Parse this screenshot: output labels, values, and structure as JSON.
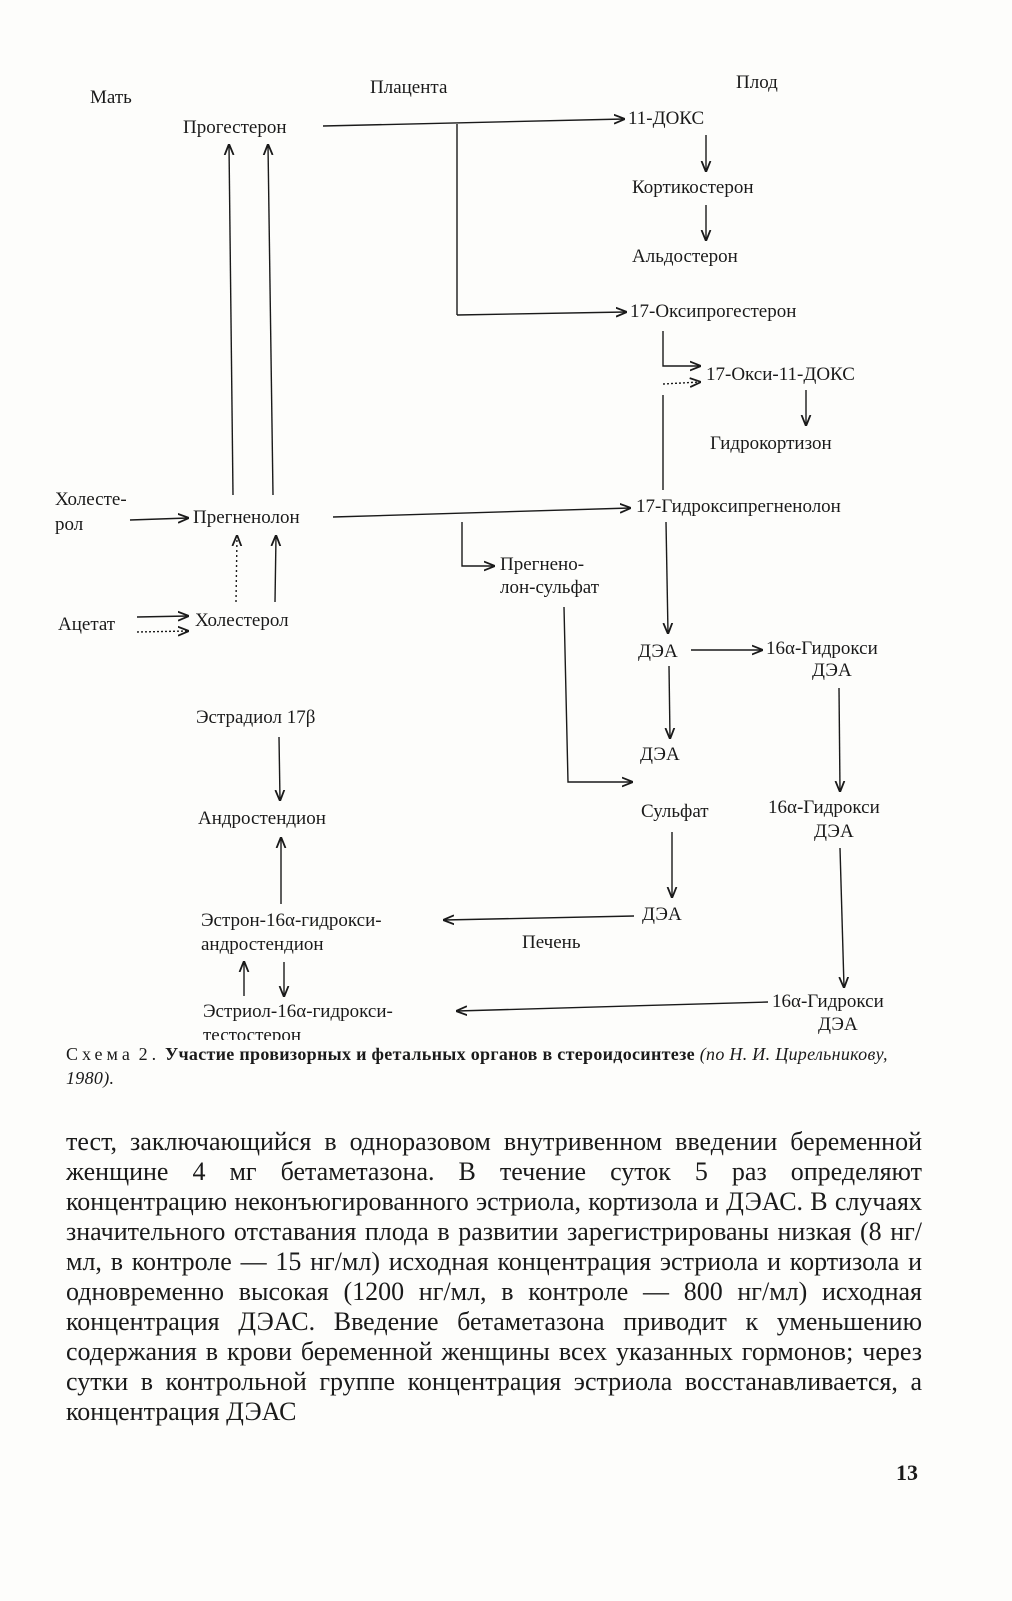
{
  "diagram": {
    "headers": {
      "mother": "Мать",
      "placenta": "Плацента",
      "fetus": "Плод"
    },
    "nodes": {
      "progesterone": "Прогестерон",
      "doks11": "11-ДОКС",
      "corticosterone": "Кортикостерон",
      "aldosterone": "Альдостерон",
      "oxyprogesterone17": "17-Оксипрогестерон",
      "oxydoks17": "17-Окси-11-ДОКС",
      "hydrocortisone": "Гидрокортизон",
      "cholesterol_src_1": "Холесте-",
      "cholesterol_src_2": "рол",
      "pregnenolone": "Прегненолон",
      "hydroxypregnenolone17": "17-Гидроксипрегненолон",
      "pregnenolone_sulfate_1": "Прегнено-",
      "pregnenolone_sulfate_2": "лон-сульфат",
      "acetate": "Ацетат",
      "cholesterol": "Холестерол",
      "dea_1": "ДЭА",
      "dea16_1a": "16α-Гидрокси",
      "dea16_1b": "ДЭА",
      "estradiol": "Эстрадиол 17β",
      "dea_2": "ДЭА",
      "androstenedione": "Андростендион",
      "sulfate": "Сульфат",
      "dea16_2a": "16α-Гидрокси",
      "dea16_2b": "ДЭА",
      "estrone_1": "Эстрон-16α-гидрокси-",
      "estrone_2": "андростендион",
      "dea_3": "ДЭА",
      "liver": "Печень",
      "estriol_1": "Эстриол-16α-гидрокси-",
      "estriol_2": "тестостерон",
      "dea16_3a": "16α-Гидрокси",
      "dea16_3b": "ДЭА"
    }
  },
  "caption": {
    "scheme_word": "Схема",
    "scheme_number": "2.",
    "title": "Участие провизорных и фетальных органов в стероидосинтезе",
    "source": "(по Н. И. Цирельникову, 1980)."
  },
  "body_text": "тест, заключающийся в одноразовом внутривенном введении беременной женщине 4 мг бетаметазона. В течение суток 5 раз определяют концентрацию неконъюгированного эстриола, кортизола и ДЭАС. В случаях значительного отставания плода в развитии зарегистрированы низкая (8 нг/мл, в контроле — 15 нг/мл) исходная концентрация эстриола и кортизола и одновременно высокая (1200 нг/мл, в контроле — 800 нг/мл) исходная концентрация ДЭАС. Введение бетаметазона приводит к уменьшению содержания в крови беременной женщины всех указанных гормонов; через сутки в контрольной группе концентрация эстриола восстанавливается, а концентрация ДЭАС",
  "page_number": "13"
}
